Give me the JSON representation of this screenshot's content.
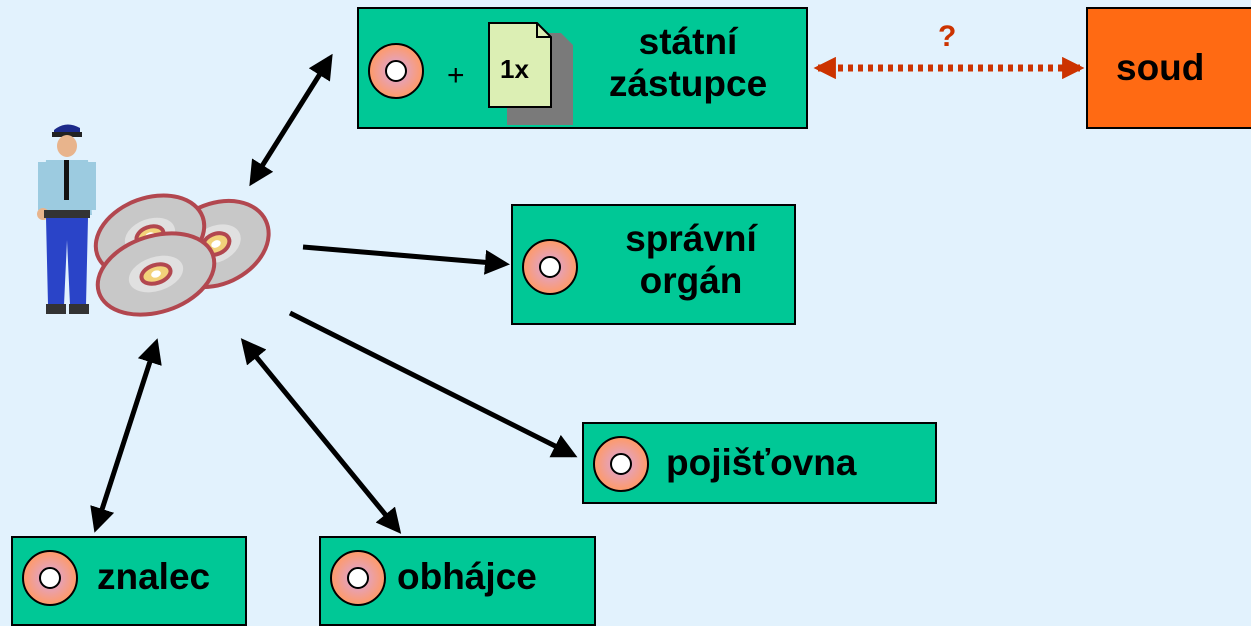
{
  "colors": {
    "background": "#e2f2fd",
    "box_green": "#00c896",
    "box_orange": "#ff6a13",
    "arrow": "#000000",
    "dashed_arrow": "#cc3300",
    "doc_fill": "#dcefb4"
  },
  "icons": [
    "policeman-figure",
    "cd-stack-icon",
    "cd-icon",
    "document-icon"
  ],
  "nodes": {
    "statni": {
      "line1": "státní",
      "line2": "zástupce",
      "plus": "+",
      "doc_label": "1x"
    },
    "soud": {
      "label": "soud",
      "question": "?"
    },
    "spravni": {
      "line1": "správní",
      "line2": "orgán"
    },
    "pojistovna": {
      "label": "pojišťovna"
    },
    "znalec": {
      "label": "znalec"
    },
    "obhajce": {
      "label": "obhájce"
    }
  }
}
